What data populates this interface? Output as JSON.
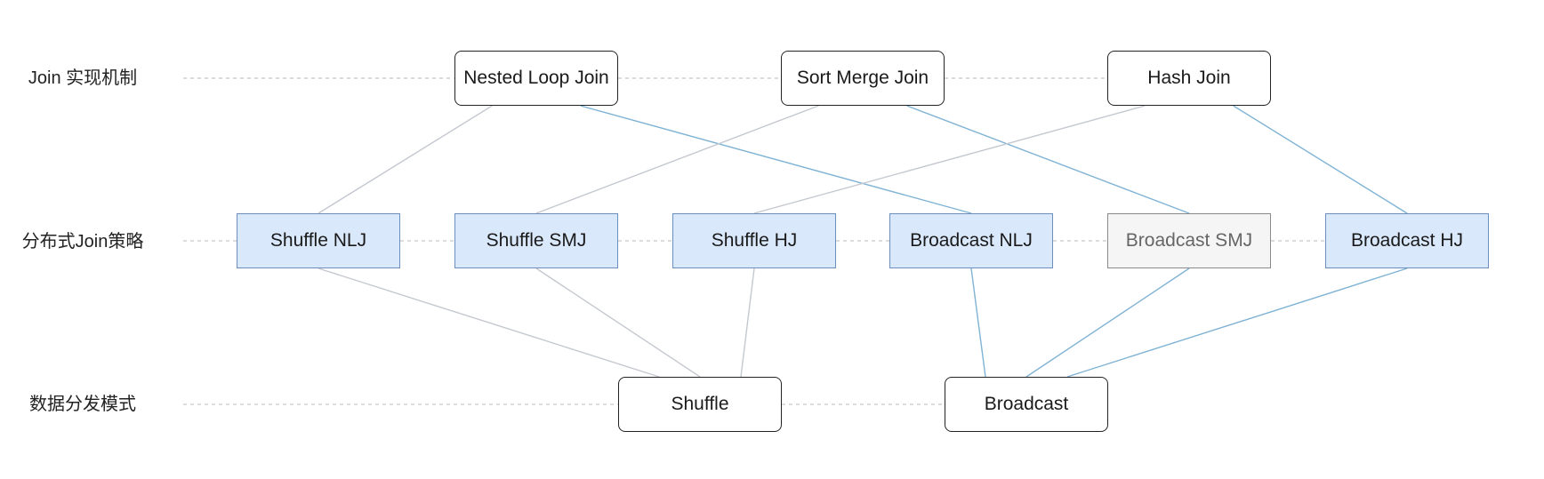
{
  "rows": [
    {
      "id": "impl",
      "label": "Join 实现机制"
    },
    {
      "id": "strategy",
      "label": "分布式Join策略"
    },
    {
      "id": "distribution",
      "label": "数据分发模式"
    }
  ],
  "nodes": {
    "impl": [
      {
        "id": "nlj",
        "label": "Nested Loop Join"
      },
      {
        "id": "smj",
        "label": "Sort Merge Join"
      },
      {
        "id": "hj",
        "label": "Hash Join"
      }
    ],
    "strategy": [
      {
        "id": "shuffle_nlj",
        "label": "Shuffle NLJ",
        "style": "highlighted"
      },
      {
        "id": "shuffle_smj",
        "label": "Shuffle SMJ",
        "style": "highlighted"
      },
      {
        "id": "shuffle_hj",
        "label": "Shuffle HJ",
        "style": "highlighted"
      },
      {
        "id": "broadcast_nlj",
        "label": "Broadcast NLJ",
        "style": "highlighted"
      },
      {
        "id": "broadcast_smj",
        "label": "Broadcast SMJ",
        "style": "muted"
      },
      {
        "id": "broadcast_hj",
        "label": "Broadcast HJ",
        "style": "highlighted"
      }
    ],
    "distribution": [
      {
        "id": "shuffle",
        "label": "Shuffle"
      },
      {
        "id": "broadcast",
        "label": "Broadcast"
      }
    ]
  },
  "edges": [
    {
      "from": "nlj",
      "to": "shuffle_nlj",
      "color": "gray"
    },
    {
      "from": "nlj",
      "to": "broadcast_nlj",
      "color": "blue"
    },
    {
      "from": "smj",
      "to": "shuffle_smj",
      "color": "gray"
    },
    {
      "from": "smj",
      "to": "broadcast_smj",
      "color": "blue"
    },
    {
      "from": "hj",
      "to": "shuffle_hj",
      "color": "gray"
    },
    {
      "from": "hj",
      "to": "broadcast_hj",
      "color": "blue"
    },
    {
      "from": "shuffle_nlj",
      "to": "shuffle",
      "color": "gray"
    },
    {
      "from": "shuffle_smj",
      "to": "shuffle",
      "color": "gray"
    },
    {
      "from": "shuffle_hj",
      "to": "shuffle",
      "color": "gray"
    },
    {
      "from": "broadcast_nlj",
      "to": "broadcast",
      "color": "blue"
    },
    {
      "from": "broadcast_smj",
      "to": "broadcast",
      "color": "blue"
    },
    {
      "from": "broadcast_hj",
      "to": "broadcast",
      "color": "blue"
    }
  ],
  "colors": {
    "gray_edge": "#c4c8d0",
    "blue_edge": "#7fb3d5",
    "guide": "#c8c8c8",
    "highlight_fill": "#dae8fc",
    "highlight_border": "#6c8ebf",
    "muted_fill": "#f5f5f5"
  }
}
